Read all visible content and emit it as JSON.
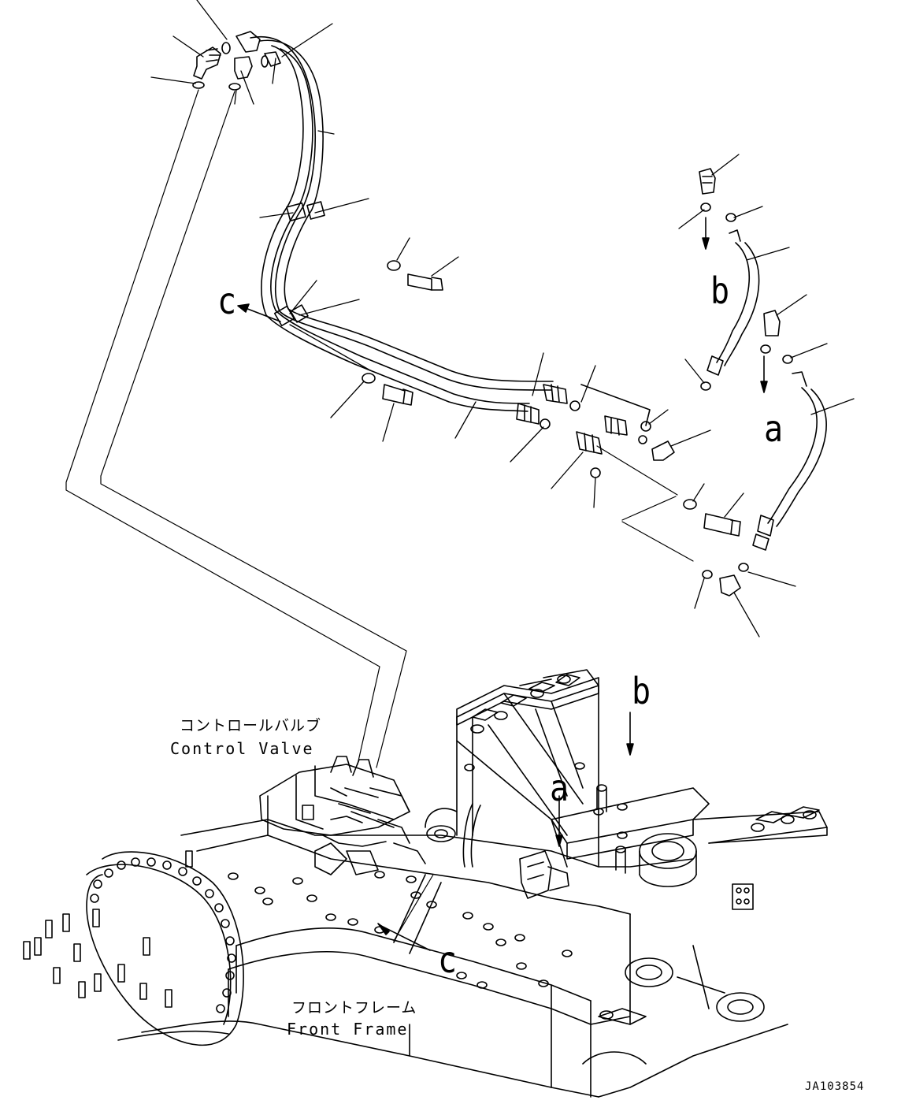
{
  "letters": {
    "c_top": "c",
    "b_top": "b",
    "a_top": "a",
    "b_frame": "b",
    "a_frame": "a",
    "c_frame": "c"
  },
  "control_valve": {
    "jp": "コントロールバルブ",
    "en": "Control Valve"
  },
  "front_frame": {
    "jp": "フロントフレーム",
    "en": "Front Frame"
  },
  "drawing_code": "JA103854"
}
